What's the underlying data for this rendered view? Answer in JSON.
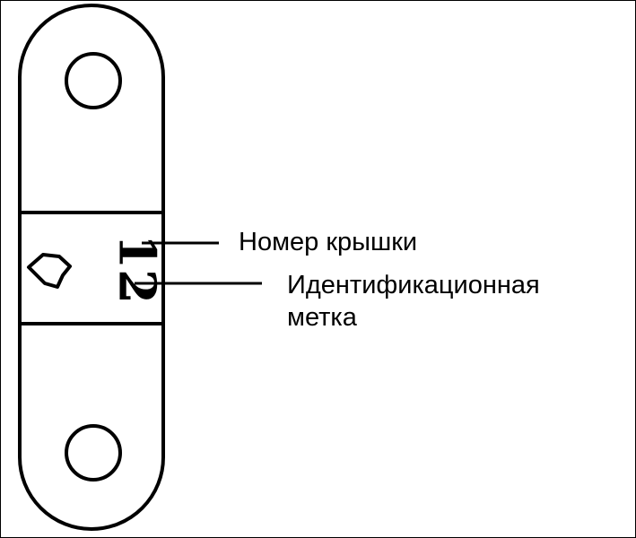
{
  "diagram": {
    "stamp_text": "12",
    "callouts": {
      "cap_number": "Номер крышки",
      "identification_mark": "Идентификационная метка"
    }
  }
}
